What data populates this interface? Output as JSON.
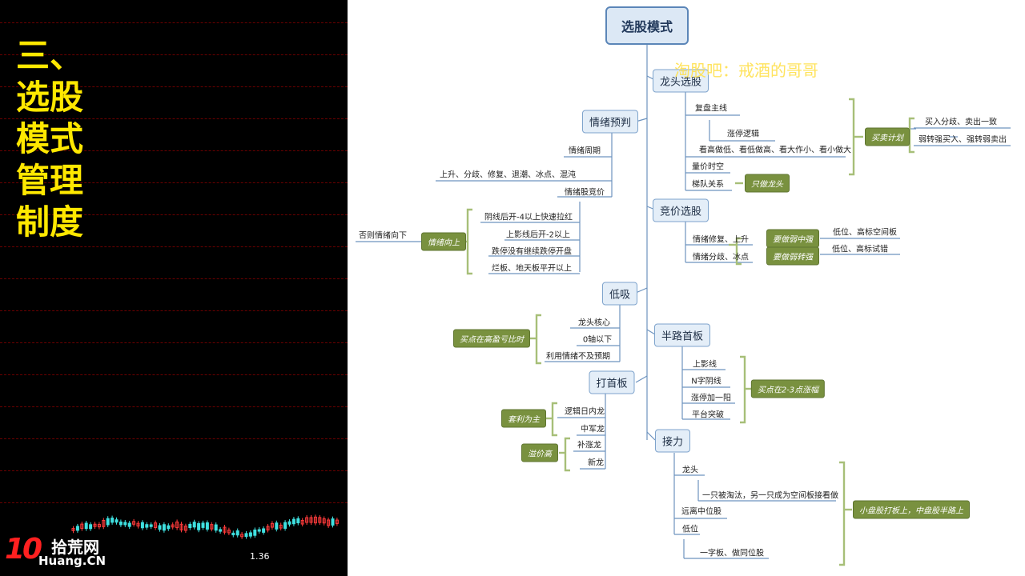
{
  "left": {
    "title": "三、\n选股\n模式\n管理\n制度",
    "price_label": "1.36",
    "logo_ten": "10",
    "logo_cn": "拾荒网",
    "logo_en": "Huang.CN"
  },
  "watermark": "淘股吧：戒酒的哥哥",
  "mindmap": {
    "root": "选股模式",
    "topics": {
      "longtou": "龙头选股",
      "qingxu": "情绪预判",
      "jingjia": "竞价选股",
      "dixi": "低吸",
      "banlu": "半路首板",
      "dashouban": "打首板",
      "jieli": "接力"
    },
    "leaves": {
      "fupan": "复盘主线",
      "zhangting_luoji": "涨停逻辑",
      "kangao": "看高做低、看低做高、看大作小、看小做大",
      "liangjia": "量价时空",
      "tidui": "梯队关系",
      "mairu_fenqi": "买入分歧、卖出一致",
      "ruozhuanqiang": "弱转强买入、强转弱卖出",
      "qingxu_zhouqi": "情绪周期",
      "qingxu_list": "上升、分歧、修复、退潮、冰点、混沌",
      "qingxugu_jingjia": "情绪股竞价",
      "yinxian": "阴线后开-4以上快速拉红",
      "shangying_hou": "上影线后开-2以上",
      "dieting": "跌停没有继续跌停开盘",
      "lanban": "烂板、地天板平开以上",
      "fouze": "否则情绪向下",
      "xiufu_shangsheng": "情绪修复、上升",
      "fenqi_bingdian": "情绪分歧、冰点",
      "diwei_kongjian": "低位、高标空间板",
      "diwei_shicuo": "低位、高标试错",
      "longtou_hexin": "龙头核心",
      "ling_zhou": "0轴以下",
      "liyong": "利用情绪不及预期",
      "shangyingxian": "上影线",
      "n_yinxian": "N字阴线",
      "zhangting_jiayang": "涨停加一阳",
      "pingtai": "平台突破",
      "luoji_rinei": "逻辑日内龙",
      "zhongjun": "中军龙",
      "buzhang": "补涨龙",
      "xinlong": "新龙",
      "jl_longtou": "龙头",
      "yizhi": "一只被淘汰，另一只成为空间板接看做",
      "yuanli": "远离中位股",
      "diwei": "低位",
      "yiziban": "一字板、做同位股"
    },
    "tags": {
      "maimai_jihua": "买卖计划",
      "zhizuo_longtou": "只做龙头",
      "qingxu_xiangshang": "情绪向上",
      "yao_ruozhongqiang": "要做弱中强",
      "yao_ruozhuanqiang": "要做弱转强",
      "maidian_gaoying": "买点在高盈亏比时",
      "maidian_zhangfu": "买点在2-3点涨幅",
      "taoli": "套利为主",
      "yijia": "溢价高",
      "xiaopan": "小盘股打板上，中盘股半路上"
    },
    "colors": {
      "branch": "#6d93bf",
      "bracket": "#a7bf78",
      "tag": "#79913f"
    }
  }
}
